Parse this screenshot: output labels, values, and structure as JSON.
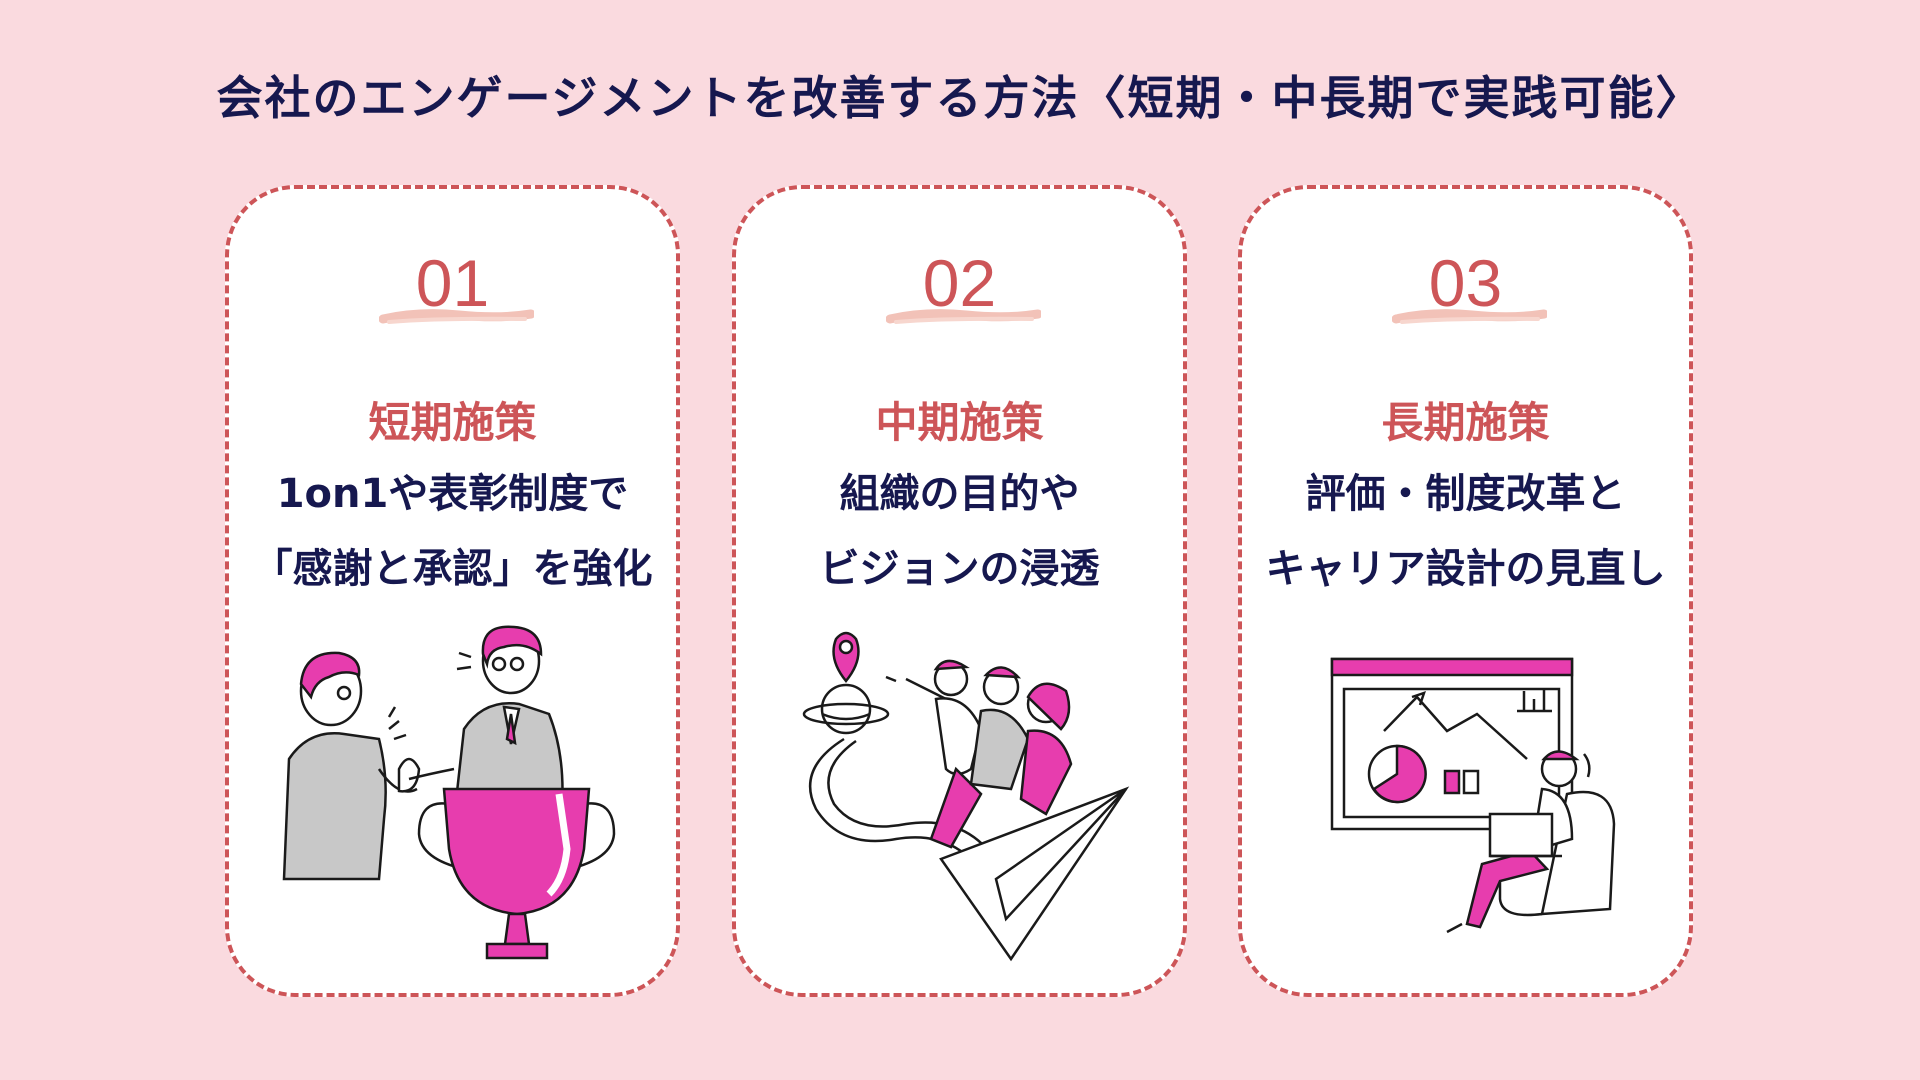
{
  "title": "会社のエンゲージメントを改善する方法〈短期・中長期で実践可能〉",
  "colors": {
    "background": "#FADADF",
    "accent": "#CD5558",
    "navy": "#16184F",
    "magenta": "#E73DAE",
    "gray": "#C8C8C8"
  },
  "cards": [
    {
      "number": "01",
      "heading": "短期施策",
      "lines": [
        "1on1や表彰制度で",
        "「感謝と承認」を強化"
      ],
      "illustration": "handshake-trophy-illustration"
    },
    {
      "number": "02",
      "heading": "中期施策",
      "lines": [
        "組織の目的や",
        "ビジョンの浸透"
      ],
      "illustration": "team-vision-journey-illustration"
    },
    {
      "number": "03",
      "heading": "長期施策",
      "lines": [
        "評価・制度改革と",
        "キャリア設計の見直し"
      ],
      "illustration": "career-dashboard-illustration"
    }
  ]
}
